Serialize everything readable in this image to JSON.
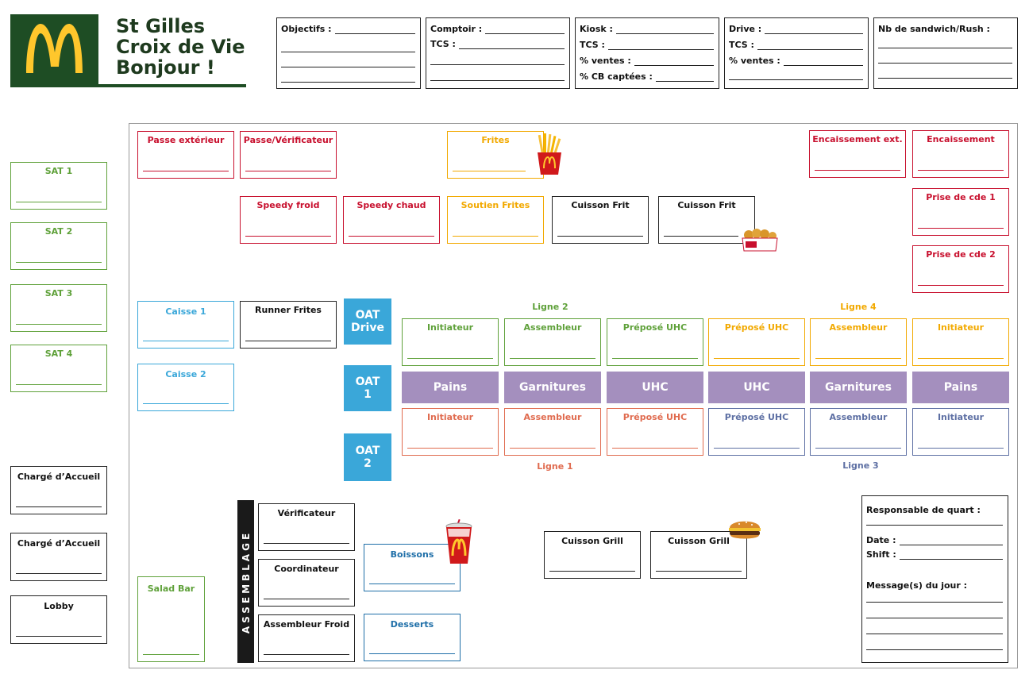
{
  "brand": {
    "logo_letter": "M",
    "bg": "#1e4d24",
    "arch": "#ffc72c"
  },
  "store": {
    "line1": "St Gilles",
    "line2": "Croix de Vie",
    "line3": "Bonjour !"
  },
  "header_boxes": {
    "objectifs": {
      "label": "Objectifs :"
    },
    "comptoir": {
      "label": "Comptoir :",
      "tcs": "TCS :"
    },
    "kiosk": {
      "label": "Kiosk :",
      "tcs": "TCS :",
      "ventes": "% ventes :",
      "cb": "% CB captées :"
    },
    "drive": {
      "label": "Drive :",
      "tcs": "TCS :",
      "ventes": "% ventes :"
    },
    "sandwich": {
      "label": "Nb de sandwich/Rush :"
    }
  },
  "sat": [
    "SAT 1",
    "SAT 2",
    "SAT 3",
    "SAT 4"
  ],
  "left_bottom": [
    "Chargé d’Accueil",
    "Chargé d’Accueil",
    "Lobby"
  ],
  "stations": {
    "passe_ext": "Passe extérieur",
    "passe_verif": "Passe/Vérificateur",
    "frites": "Frites",
    "encaissement_ext": "Encaissement ext.",
    "encaissement": "Encaissement",
    "speedy_froid": "Speedy froid",
    "speedy_chaud": "Speedy chaud",
    "soutien_frites": "Soutien Frites",
    "cuisson_frit_1": "Cuisson Frit",
    "cuisson_frit_2": "Cuisson Frit",
    "prise_cde_1": "Prise de cde 1",
    "prise_cde_2": "Prise de cde 2",
    "caisse_1": "Caisse 1",
    "caisse_2": "Caisse 2",
    "runner_frites": "Runner Frites",
    "verificateur": "Vérificateur",
    "coordinateur": "Coordinateur",
    "assembleur_froid": "Assembleur Froid",
    "boissons": "Boissons",
    "desserts": "Desserts",
    "salad_bar": "Salad Bar",
    "cuisson_grill_1": "Cuisson Grill",
    "cuisson_grill_2": "Cuisson Grill"
  },
  "oat": {
    "drive_1": "OAT",
    "drive_2": "Drive",
    "one_1": "OAT",
    "one_2": "1",
    "two_1": "OAT",
    "two_2": "2"
  },
  "lines": {
    "ligne1": "Ligne 1",
    "ligne2": "Ligne 2",
    "ligne3": "Ligne 3",
    "ligne4": "Ligne 4"
  },
  "top_row": [
    "Initiateur",
    "Assembleur",
    "Préposé UHC",
    "Préposé UHC",
    "Assembleur",
    "Initiateur"
  ],
  "bands": [
    "Pains",
    "Garnitures",
    "UHC",
    "UHC",
    "Garnitures",
    "Pains"
  ],
  "bottom_row": [
    "Initiateur",
    "Assembleur",
    "Préposé UHC",
    "Préposé UHC",
    "Assembleur",
    "Initiateur"
  ],
  "assemblage": "ASSEMBLAGE",
  "responsable": {
    "title": "Responsable de quart :",
    "date": "Date :",
    "shift": "Shift :",
    "message": "Message(s) du jour :"
  },
  "icons": [
    "mcdonalds-logo",
    "fries-icon",
    "nuggets-icon",
    "drink-cup-icon",
    "burger-icon"
  ]
}
